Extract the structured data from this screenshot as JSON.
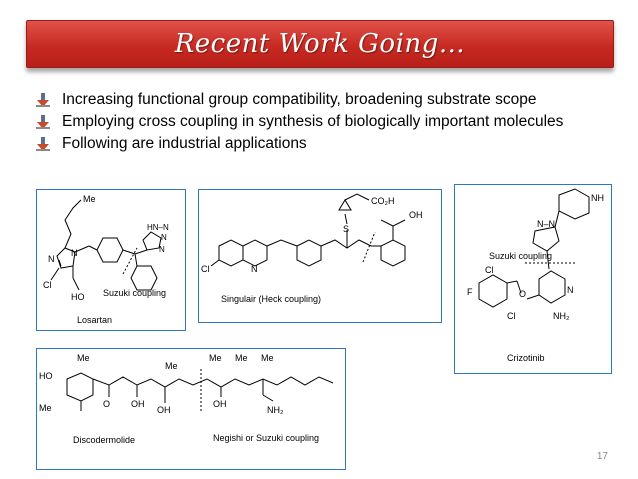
{
  "slide": {
    "title": "Recent Work Going…",
    "bullets": [
      "Increasing functional group compatibility, broadening substrate scope",
      "Employing cross coupling in synthesis of biologically important molecules",
      "Following are industrial applications"
    ],
    "page_number": "17"
  },
  "figures": {
    "losartan": {
      "name": "Losartan",
      "coupling": "Suzuki coupling",
      "labels": {
        "me": "Me",
        "n1": "N",
        "n2": "N",
        "cl": "Cl",
        "ho": "HO",
        "tz_hn": "HN–N",
        "tz_n1": "N",
        "tz_n2": "N"
      }
    },
    "singulair": {
      "caption": "Singulair (Heck coupling)",
      "labels": {
        "co2h": "CO₂H",
        "oh": "OH",
        "s": "S",
        "cl": "Cl",
        "n": "N"
      }
    },
    "crizotinib": {
      "name": "Crizotinib",
      "coupling": "Suzuki coupling",
      "labels": {
        "nh": "NH",
        "nn": "N–N",
        "cl1": "Cl",
        "cl2": "Cl",
        "f": "F",
        "o": "O",
        "n": "N",
        "nh2": "NH₂"
      }
    },
    "discodermolide": {
      "name": "Discodermolide",
      "coupling": "Negishi or Suzuki coupling",
      "labels": {
        "ho": "HO",
        "me": "Me",
        "oh": "OH",
        "o": "O",
        "nh2": "NH₂"
      }
    }
  }
}
